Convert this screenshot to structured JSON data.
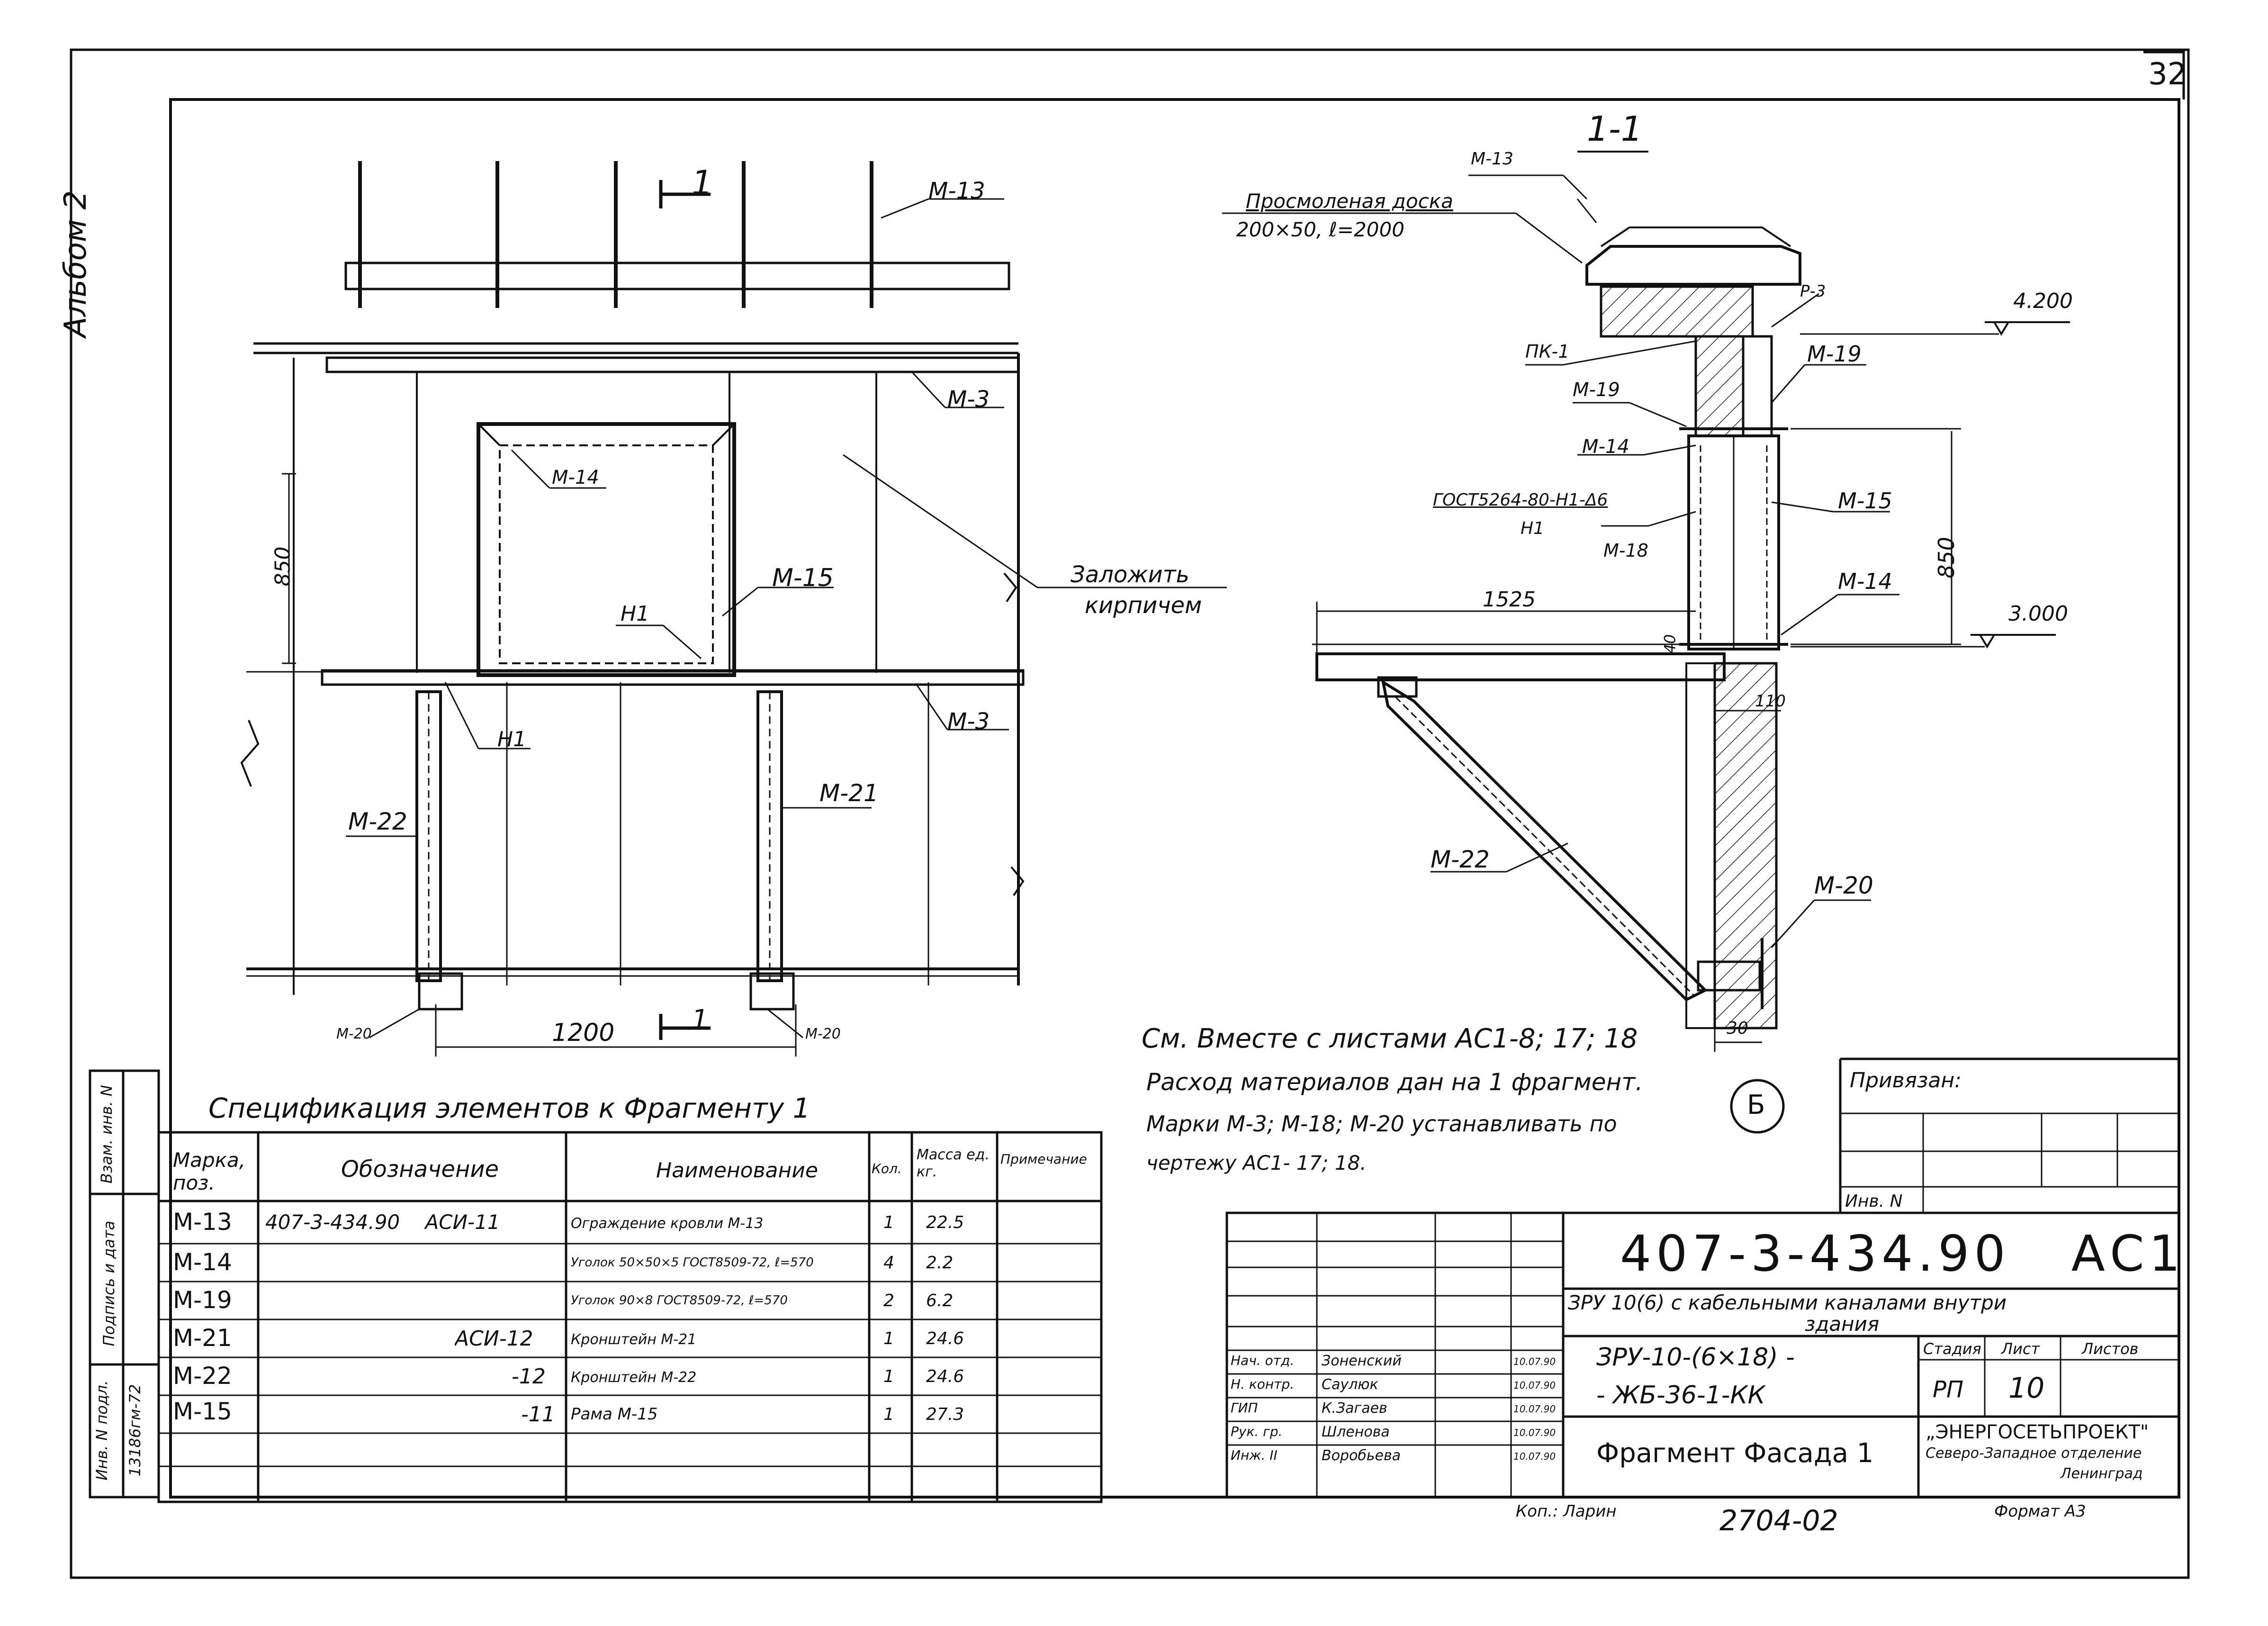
{
  "sheet": {
    "page_number": "32",
    "album_label": "Альбом 2"
  },
  "facade": {
    "labels": {
      "m13": "М-13",
      "m3_top": "М-3",
      "m3_mid": "М-3",
      "m14": "М-14",
      "m15": "М-15",
      "n1_frame": "Н1",
      "n1_bottom": "Н1",
      "m22": "М-22",
      "m21": "М-21",
      "m20_left": "М-20",
      "m20_right": "М-20",
      "section_mark_top": "1",
      "section_mark_bottom": "1",
      "brick_note_1": "Заложить",
      "brick_note_2": "кирпичем"
    },
    "dims": {
      "height_850": "850",
      "width_1200": "1200"
    }
  },
  "section": {
    "title": "1-1",
    "labels": {
      "m13": "М-13",
      "board_1": "Просмоленая доска",
      "board_2": "200×50, ℓ=2000",
      "pk1": "ПК-1",
      "r3": "Р-3",
      "m19_right": "М-19",
      "m19_left": "М-19",
      "m14_top": "М-14",
      "gost_1": "ГОСТ5264-80-Н1-Δ6",
      "gost_2": "Н1",
      "m18": "М-18",
      "m15": "М-15",
      "m14_low": "М-14",
      "m22": "М-22",
      "m20": "М-20",
      "axis_b": "Б"
    },
    "dims": {
      "elev_top": "4.200",
      "elev_low": "3.000",
      "d850": "850",
      "d1525": "1525",
      "d40": "40",
      "d110": "110",
      "d30": "30"
    }
  },
  "notes": [
    "См. Вместе с листами АС1-8; 17; 18",
    "Расход материалов дан на 1 фрагмент.",
    "Марки М-3; М-18; М-20 устанавливать по",
    "чертежу АС1- 17; 18."
  ],
  "spec": {
    "title": "Спецификация элементов к Фрагменту 1",
    "headers": [
      "Марка, поз.",
      "Обозначение",
      "Наименование",
      "Кол.",
      "Масса ед. кг.",
      "Примечание"
    ],
    "rows": [
      {
        "mark": "М-13",
        "doc": "407-3-434.90    АСИ-11",
        "name": "Ограждение кровли М-13",
        "qty": "1",
        "mass": "22.5",
        "note": ""
      },
      {
        "mark": "М-14",
        "doc": "",
        "name": "Уголок 50×50×5 ГОСТ8509-72, ℓ=570",
        "qty": "4",
        "mass": "2.2",
        "note": ""
      },
      {
        "mark": "М-19",
        "doc": "",
        "name": "Уголок 90×8 ГОСТ8509-72, ℓ=570",
        "qty": "2",
        "mass": "6.2",
        "note": ""
      },
      {
        "mark": "М-21",
        "doc": "АСИ-12",
        "name": "Кронштейн М-21",
        "qty": "1",
        "mass": "24.6",
        "note": ""
      },
      {
        "mark": "М-22",
        "doc": "-12",
        "name": "Кронштейн М-22",
        "qty": "1",
        "mass": "24.6",
        "note": ""
      },
      {
        "mark": "М-15",
        "doc": "-11",
        "name": "Рама М-15",
        "qty": "1",
        "mass": "27.3",
        "note": ""
      }
    ]
  },
  "side_stamp": {
    "vzam": "Взам. инв. N",
    "podpis": "Подпись и дата",
    "inv": "Инв. N подл.",
    "inv_value": "13186гм-72"
  },
  "title_block": {
    "tied": "Привязан:",
    "inv_no": "Инв. N",
    "code": "407-3-434.90   АС1",
    "project": "ЗРУ 10(6) с кабельными каналами внутри",
    "project_2": "здания",
    "object_1": "ЗРУ-10-(6×18) -",
    "object_2": "- ЖБ-36-1-КК",
    "sheet_name": "Фрагмент Фасада 1",
    "stage_h": "Стадия",
    "sheet_h": "Лист",
    "sheets_h": "Листов",
    "stage": "РП",
    "sheet": "10",
    "sheets": "",
    "org_1": "„ЭНЕРГОСЕТЬПРОЕКТ\"",
    "org_2": "Северо-Западное отделение",
    "org_3": "Ленинград",
    "format": "Формат А3",
    "doc_no": "2704-02",
    "copied": "Коп.: Ларин",
    "staff": [
      {
        "role": "Нач. отд.",
        "name": "Зоненский",
        "date": "10.07.90"
      },
      {
        "role": "Н. контр.",
        "name": "Саулюк",
        "date": "10.07.90"
      },
      {
        "role": "ГИП",
        "name": "К.Загаев",
        "date": "10.07.90"
      },
      {
        "role": "Рук. гр.",
        "name": "Шленова",
        "date": "10.07.90"
      },
      {
        "role": "Инж. II",
        "name": "Воробьева",
        "date": "10.07.90"
      }
    ]
  }
}
